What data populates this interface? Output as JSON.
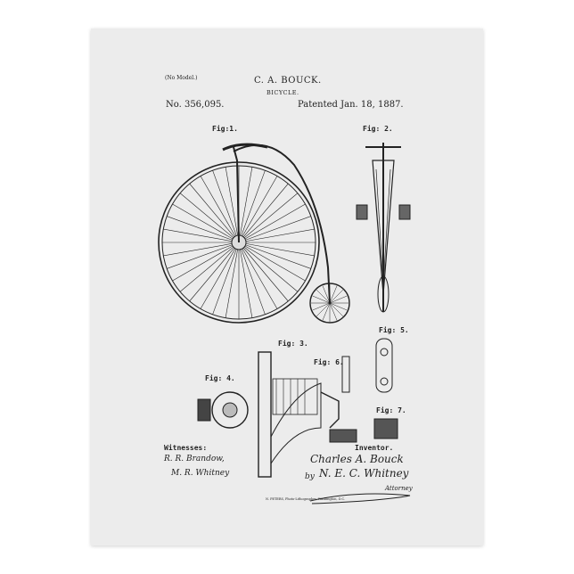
{
  "header": {
    "model_note": "(No Model.)",
    "inventor_name": "C. A. BOUCK.",
    "invention": "BICYCLE.",
    "patent_number": "No. 356,095.",
    "patent_date": "Patented Jan. 18, 1887."
  },
  "figures": [
    "Fig:1.",
    "Fig: 2.",
    "Fig: 3.",
    "Fig: 4.",
    "Fig: 5.",
    "Fig: 6.",
    "Fig: 7."
  ],
  "witnesses": {
    "label": "Witnesses:",
    "names": [
      "R. R. Brandow,",
      "M. R. Whitney"
    ]
  },
  "inventor": {
    "label": "Inventor.",
    "signature": "Charles A. Bouck",
    "by": "by",
    "attorney_signature": "N. E. C. Whitney",
    "attorney_label": "Attorney"
  },
  "printer_line": "N. PETERS, Photo-Lithographer, Washington, D.C.",
  "colors": {
    "sheet": "#ececec",
    "ink": "#222222"
  }
}
